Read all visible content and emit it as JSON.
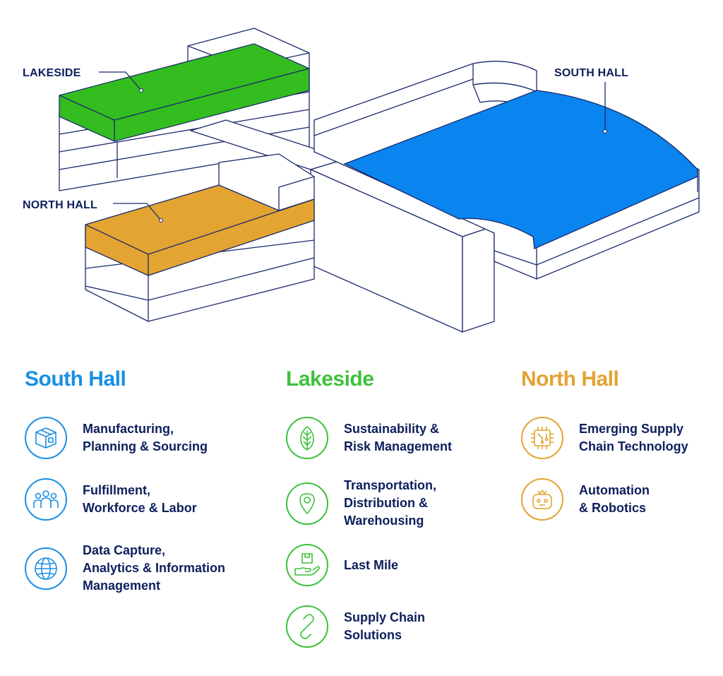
{
  "callouts": {
    "lakeside": "LAKESIDE",
    "south_hall": "SOUTH HALL",
    "north_hall": "NORTH HALL"
  },
  "colors": {
    "south_hall": "#0a84ef",
    "lakeside": "#33bd1f",
    "north_hall": "#e3a431",
    "navy": "#0d1f5c",
    "outline": "#1a2a6c"
  },
  "columns": [
    {
      "title": "South Hall",
      "color": "#1a8fe3",
      "items": [
        {
          "icon": "box-icon",
          "lines": [
            "Manufacturing,",
            "Planning & Sourcing"
          ]
        },
        {
          "icon": "people-icon",
          "lines": [
            "Fulfillment,",
            "Workforce & Labor"
          ]
        },
        {
          "icon": "globe-icon",
          "lines": [
            "Data Capture,",
            "Analytics & Information",
            "Management"
          ]
        }
      ]
    },
    {
      "title": "Lakeside",
      "color": "#3ec13c",
      "items": [
        {
          "icon": "leaf-icon",
          "lines": [
            "Sustainability &",
            "Risk Management"
          ]
        },
        {
          "icon": "map-pin-icon",
          "lines": [
            "Transportation,",
            "Distribution &",
            "Warehousing"
          ]
        },
        {
          "icon": "hand-package-icon",
          "lines": [
            "Last Mile"
          ]
        },
        {
          "icon": "chain-link-icon",
          "lines": [
            "Supply Chain",
            "Solutions"
          ]
        }
      ]
    },
    {
      "title": "North Hall",
      "color": "#e2a331",
      "items": [
        {
          "icon": "chip-icon",
          "lines": [
            "Emerging Supply",
            "Chain Technology"
          ]
        },
        {
          "icon": "robot-icon",
          "lines": [
            "Automation",
            "& Robotics"
          ]
        }
      ]
    }
  ]
}
